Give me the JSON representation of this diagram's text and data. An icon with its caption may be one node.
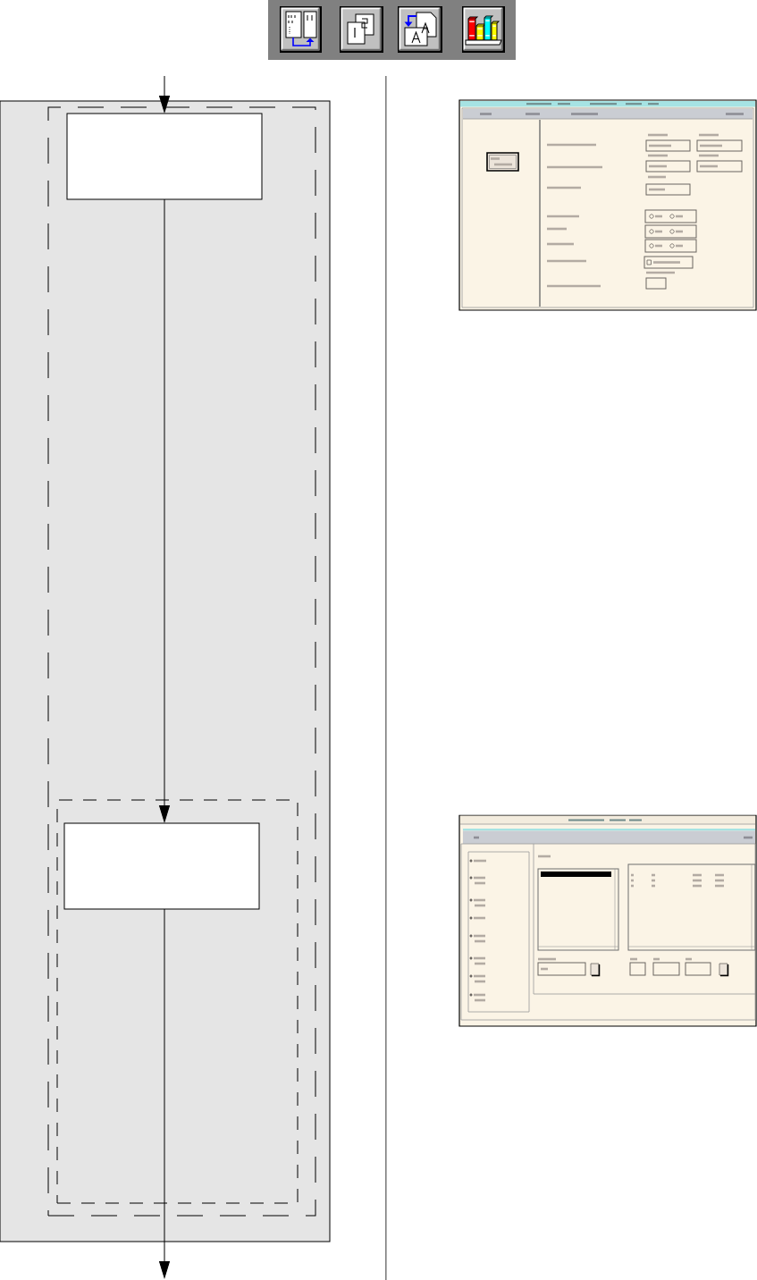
{
  "diagram": {
    "nodes": [
      {
        "text": [],
        "shape": "box"
      },
      {
        "text": [],
        "shape": "box",
        "in": 0
      },
      {
        "text": [],
        "shape": "box",
        "in": 1
      },
      {
        "text": [],
        "shape": "box",
        "in": 1
      },
      {
        "text": [],
        "shape": "box",
        "in": 3
      }
    ],
    "edges": [
      {
        "from": null,
        "to": 2,
        "arrow": "to"
      },
      {
        "from": 2,
        "to": 4,
        "arrow": "to"
      },
      {
        "from": 4,
        "to": null,
        "arrow": "to"
      }
    ]
  }
}
